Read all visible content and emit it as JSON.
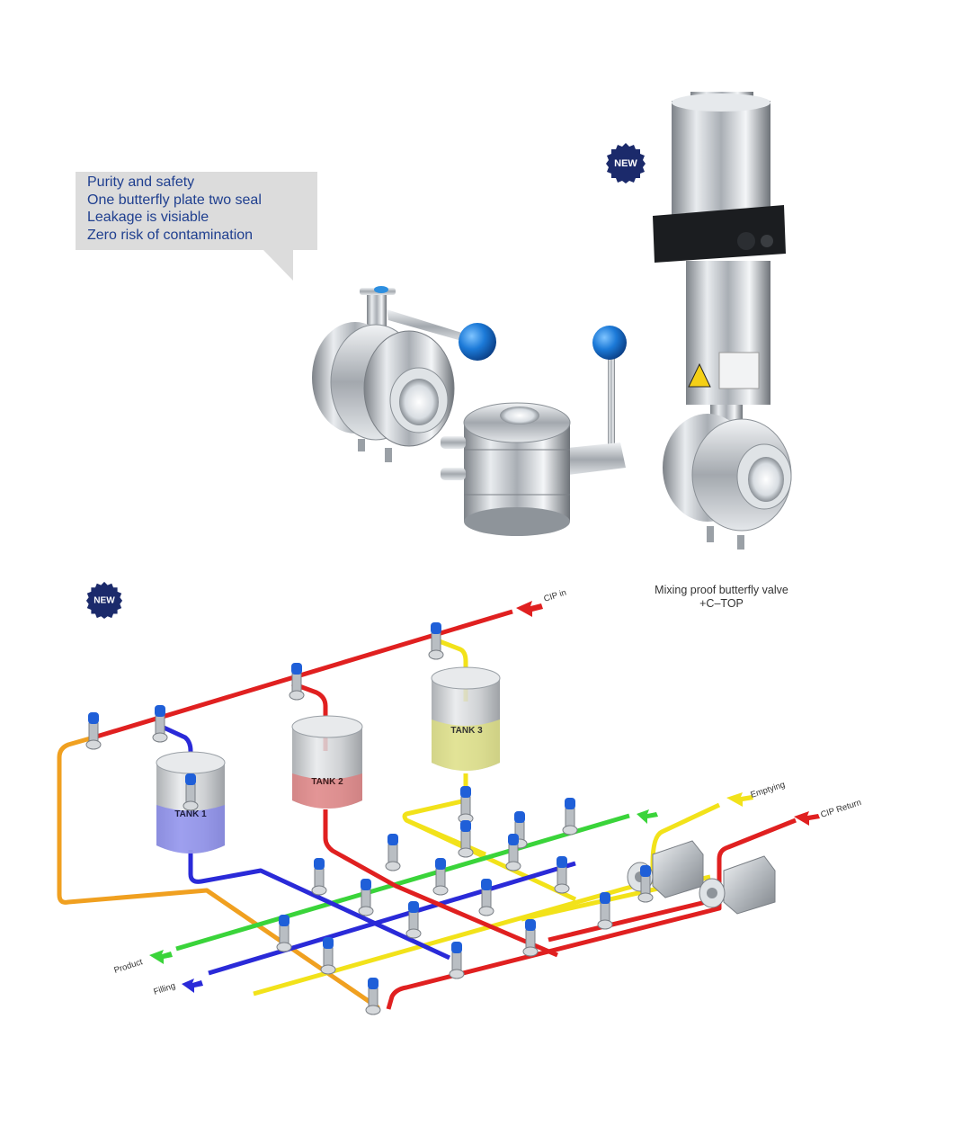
{
  "badges": {
    "top": "NEW",
    "bottom": "NEW"
  },
  "callout": {
    "lines": [
      "Purity and safety",
      "One butterfly plate two seal",
      "Leakage is visiable",
      "Zero risk of contamination"
    ]
  },
  "valve_caption": {
    "line1": "Mixing proof butterfly valve",
    "line2": "+C–TOP"
  },
  "diagram": {
    "tanks": [
      "TANK 1",
      "TANK 2",
      "TANK 3"
    ],
    "flow_labels": {
      "cip_in": "CIP in",
      "emptying": "Emptying",
      "cip_return": "CIP Return",
      "product": "Product",
      "filling": "Filling"
    },
    "colors": {
      "cip": "#e02020",
      "product": "#3ad43a",
      "filling": "#2a2ad8",
      "emptying": "#f2e21a",
      "tank1_line": "#2a2ad8",
      "tank2_line": "#e02020",
      "tank3_line": "#e8d81a",
      "drain": "#f0a020",
      "valve_cap": "#1f5fd8",
      "badge": "#1b2a6b"
    }
  }
}
